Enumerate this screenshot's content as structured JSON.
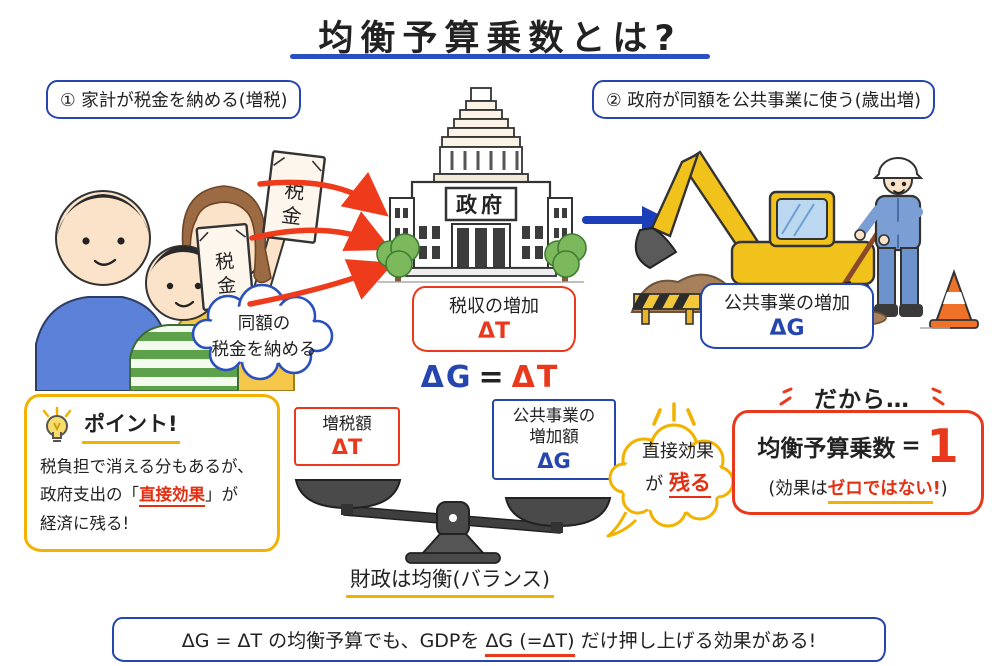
{
  "title": "均衡予算乗数とは?",
  "steps": {
    "step1": "① 家計が税金を納める(増税)",
    "step2": "② 政府が同額を公共事業に使う(歳出増)"
  },
  "family": {
    "envelope_label": "税金",
    "envelope_char1": "税",
    "envelope_char2": "金",
    "bubble_line1": "同額の",
    "bubble_line2": "税金を納める"
  },
  "government": {
    "sign": "政府"
  },
  "tax_box": {
    "label": "税収の増加",
    "symbol": "ΔT"
  },
  "works_box": {
    "label": "公共事業の増加",
    "symbol": "ΔG"
  },
  "equation": {
    "lhs": "ΔG",
    "eq": "=",
    "rhs": "ΔT"
  },
  "point": {
    "heading": "ポイント!",
    "line1": "税負担で消える分もあるが、",
    "line2_pre": "政府支出の「",
    "line2_red": "直接効果",
    "line2_post": "」が",
    "line3": "経済に残る!"
  },
  "scale": {
    "left_label": "増税額",
    "left_symbol": "ΔT",
    "right_label_1": "公共事業の",
    "right_label_2": "増加額",
    "right_symbol": "ΔG",
    "caption": "財政は均衡(バランス)"
  },
  "effect_bubble": {
    "line1": "直接効果",
    "line2_pre": "が ",
    "line2_red": "残る"
  },
  "conclusion": {
    "lead": "だから…",
    "label": "均衡予算乗数",
    "equals": "=",
    "value": "1",
    "note_pre": "(効果は",
    "note_red": "ゼロではない",
    "note_bang": "!",
    "note_post": ")"
  },
  "footer": {
    "pre": "ΔG = ΔT の均衡予算でも、GDPを ",
    "underlined": "ΔG (=ΔT)",
    "post": " だけ押し上げる効果がある!"
  },
  "colors": {
    "blue": "#2546ae",
    "red": "#e9391c",
    "yellow": "#f2b200",
    "ink": "#222222"
  }
}
